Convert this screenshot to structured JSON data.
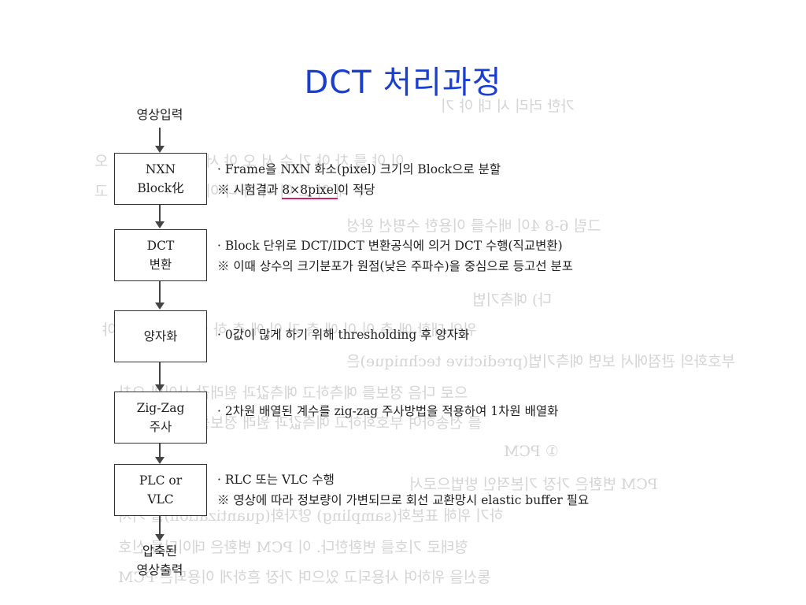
{
  "title": "DCT 처리과정",
  "input_label": "영상입력",
  "output_label": [
    "압축된",
    "영상출력"
  ],
  "steps": [
    {
      "box": [
        "NXN",
        "Block化"
      ],
      "lines": [
        "· Frame을 NXN 화소(pixel) 크기의 Block으로 분할",
        {
          "prefix": "※ 시험결과 ",
          "underlined": "8×8pixel",
          "suffix": "이 적당"
        }
      ]
    },
    {
      "box": [
        "DCT",
        "변환"
      ],
      "lines": [
        "· Block 단위로 DCT/IDCT 변환공식에 의거 DCT 수행(직교변환)",
        "※ 이때 상수의 크기분포가 원점(낮은 주파수)을 중심으로 등고선 분포"
      ]
    },
    {
      "box": [
        "양자화"
      ],
      "lines": [
        "· 0값이 많게 하기 위해 thresholding 후 양자화"
      ]
    },
    {
      "box": [
        "Zig-Zag",
        "주사"
      ],
      "lines": [
        "· 2차원 배열된 계수를 zig-zag 주사방법을 적용하여 1차원 배열화"
      ]
    },
    {
      "box": [
        "PLC or",
        "VLC"
      ],
      "lines": [
        "· RLC 또는 VLC 수행",
        "※ 영상에 따라 정보량이 가변되므로 회선 교환망시 elastic buffer 필요"
      ]
    }
  ],
  "colors": {
    "title": "#1a3ecf",
    "underline": "#d0206e",
    "ghost_text": "#d4d4d4"
  }
}
